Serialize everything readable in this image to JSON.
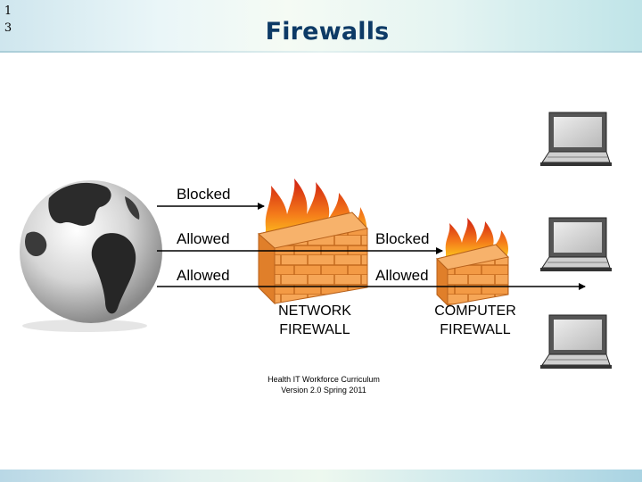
{
  "slide": {
    "number": "13",
    "title": "Firewalls"
  },
  "diagram": {
    "flows": [
      {
        "label": "Blocked"
      },
      {
        "label": "Allowed"
      },
      {
        "label": "Allowed"
      }
    ],
    "computer_side_labels": [
      {
        "label": "Blocked"
      },
      {
        "label": "Allowed"
      }
    ],
    "network_firewall": {
      "line1": "NETWORK",
      "line2": "FIREWALL"
    },
    "computer_firewall": {
      "line1": "COMPUTER",
      "line2": "FIREWALL"
    }
  },
  "footer": {
    "line1": "Health IT Workforce Curriculum",
    "line2": "Version 2.0 Spring 2011"
  },
  "colors": {
    "title": "#0d3a66",
    "brick": "#f0923a",
    "flame": "#e8401c"
  }
}
